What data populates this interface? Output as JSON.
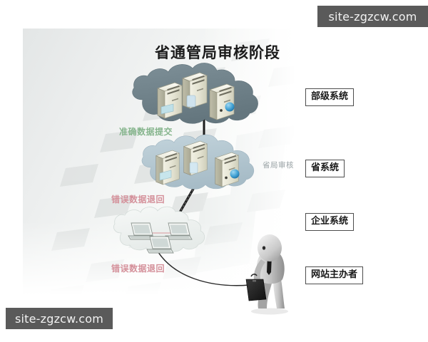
{
  "page": {
    "title": "省通管局审核阶段",
    "background_color": "#ffffff"
  },
  "watermarks": [
    {
      "name": "watermark-top-right",
      "text": "site-zgzcw.com",
      "box_color": "#5a5a5a",
      "text_color": "#f2f2f2"
    },
    {
      "name": "watermark-bottom-left",
      "text": "site-zgzcw.com",
      "box_color": "#5a5a5a",
      "text_color": "#f2f2f2"
    }
  ],
  "diagram": {
    "nodes": [
      {
        "id": "ministry-cloud",
        "type": "cloud",
        "label": "部级系统",
        "device_count": 3,
        "device_type": "server",
        "cloud_color": "#6f828a"
      },
      {
        "id": "province-cloud",
        "type": "cloud",
        "label": "省系统",
        "device_count": 3,
        "device_type": "server",
        "cloud_color": "#b5c8d2",
        "inline_note": "省局审核"
      },
      {
        "id": "enterprise-cloud",
        "type": "cloud",
        "label": "企业系统",
        "device_count": 3,
        "device_type": "laptop",
        "cloud_color": "#eef1f0"
      },
      {
        "id": "site-owner",
        "type": "person",
        "label": "网站主办者",
        "accessory": "briefcase"
      }
    ],
    "boxes": [
      {
        "name": "box-ministry-system",
        "text": "部级系统"
      },
      {
        "name": "box-province-system",
        "text": "省系统"
      },
      {
        "name": "box-enterprise-system",
        "text": "企业系统"
      },
      {
        "name": "box-site-owner",
        "text": "网站主办者"
      }
    ],
    "flows": [
      {
        "name": "flow-accurate-submit",
        "text": "准确数据提交",
        "color": "#86b58d",
        "from": "province-cloud",
        "to": "ministry-cloud"
      },
      {
        "name": "flow-error-return-1",
        "text": "错误数据退回",
        "color": "#d4909a",
        "from": "province-cloud",
        "to": "enterprise-cloud"
      },
      {
        "name": "flow-error-return-2",
        "text": "错误数据退回",
        "color": "#d4909a",
        "from": "enterprise-cloud",
        "to": "site-owner"
      }
    ],
    "inline_notes": [
      {
        "name": "note-province-review",
        "text": "省局审核",
        "color": "#9aa3a6"
      }
    ]
  }
}
